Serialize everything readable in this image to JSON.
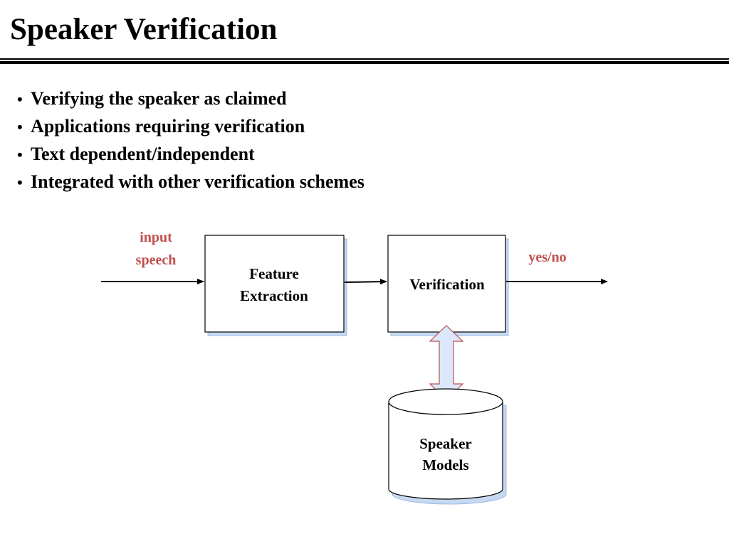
{
  "title": "Speaker Verification",
  "bullets": [
    "Verifying the speaker as claimed",
    "Applications requiring verification",
    "Text dependent/independent",
    "Integrated with other verification schemes"
  ],
  "diagram": {
    "input_label": [
      "input",
      "speech"
    ],
    "feature_box": [
      "Feature",
      "Extraction"
    ],
    "verification_box": "Verification",
    "output_label": "yes/no",
    "models_box": [
      "Speaker",
      "Models"
    ]
  },
  "colors": {
    "label": "#c0504d",
    "shadow": "#c6d9f1",
    "arrow_fill": "#dbe8fb",
    "arrow_stroke": "#c0504d"
  }
}
